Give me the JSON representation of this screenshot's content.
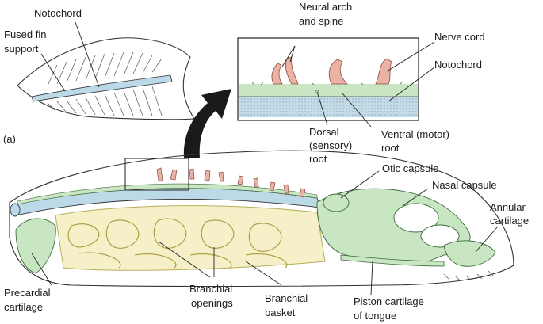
{
  "figure_letter": "(a)",
  "labels": {
    "notochord_top": "Notochord",
    "fused_fin_1": "Fused fin",
    "fused_fin_2": "support",
    "neural_arch_1": "Neural arch",
    "neural_arch_2": "and spine",
    "nerve_cord": "Nerve cord",
    "notochord_inset": "Notochord",
    "dorsal_1": "Dorsal",
    "dorsal_2": "(sensory)",
    "dorsal_3": "root",
    "ventral_1": "Ventral (motor)",
    "ventral_2": "root",
    "otic_capsule": "Otic capsule",
    "nasal_capsule": "Nasal capsule",
    "annular_1": "Annular",
    "annular_2": "cartilage",
    "precardial_1": "Precardial",
    "precardial_2": "cartilage",
    "branchial_openings_1": "Branchial",
    "branchial_openings_2": "openings",
    "branchial_basket_1": "Branchial",
    "branchial_basket_2": "basket",
    "piston_1": "Piston cartilage",
    "piston_2": "of tongue"
  },
  "colors": {
    "notochord_blue": "#bcd9e8",
    "cartilage_green": "#c8e6c2",
    "neural_arch_pink": "#eab3a6",
    "basket_yellow": "#f5f0c8",
    "inset_blue": "#c4dce8"
  }
}
